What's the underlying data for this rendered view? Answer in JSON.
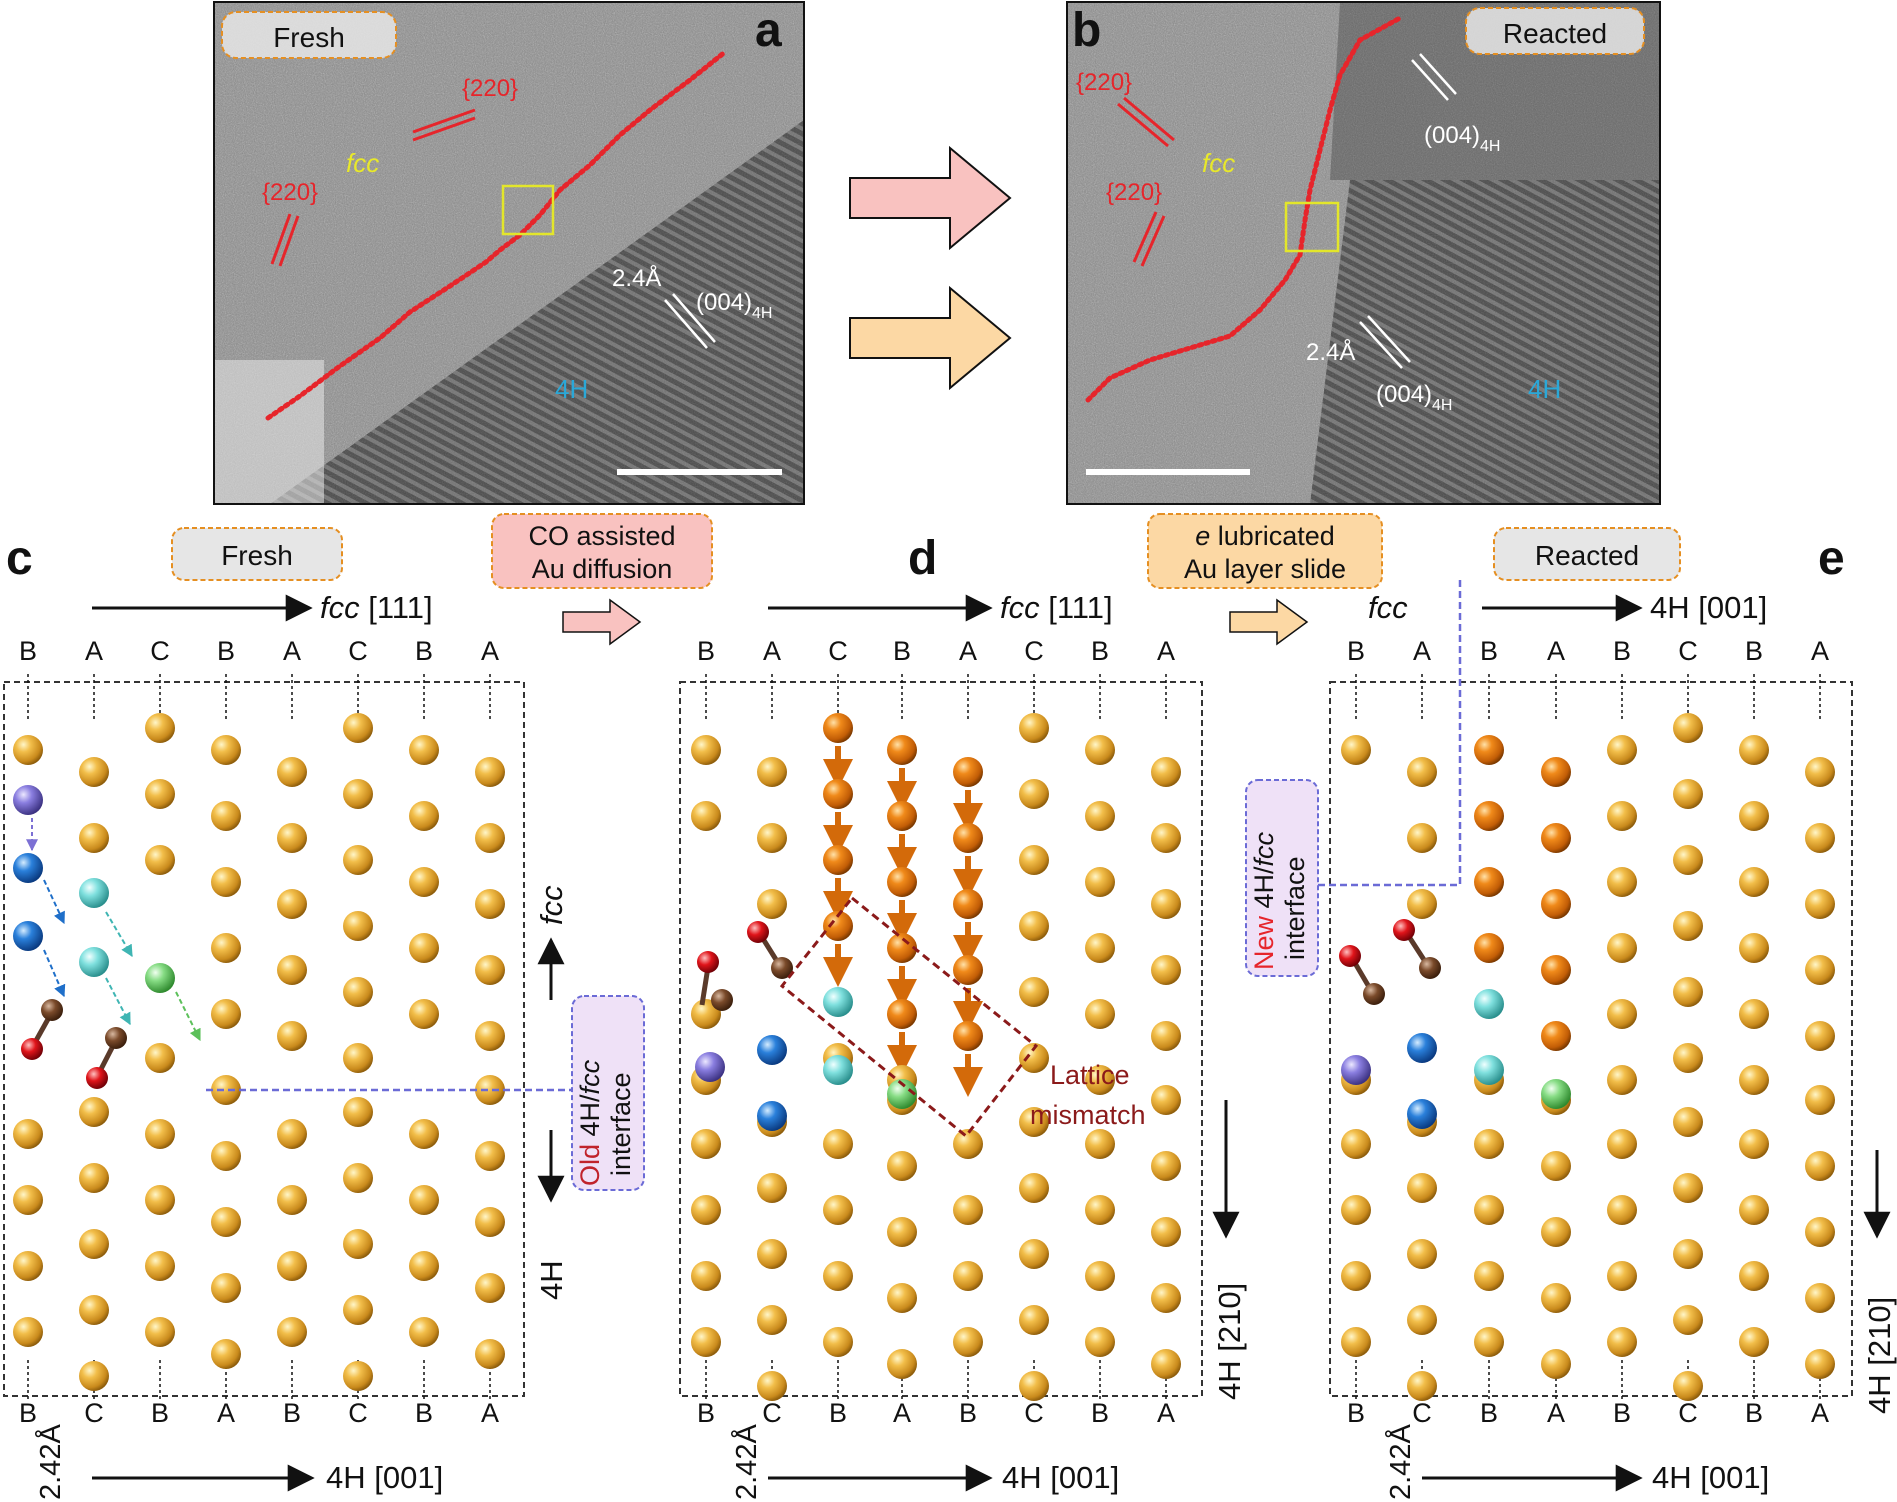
{
  "panels": {
    "a": "a",
    "b": "b",
    "c": "c",
    "d": "d",
    "e": "e"
  },
  "tem_a": {
    "badge": "Fresh",
    "m1": "{220}",
    "m2": "{220}",
    "phase_fcc": "fcc",
    "spacing": "2.4Å",
    "plane": "(004)",
    "plane_sub": "4H",
    "phase_4h": "4H"
  },
  "tem_b": {
    "badge": "Reacted",
    "m1": "{220}",
    "m2": "{220}",
    "phase_fcc": "fcc",
    "spacing": "2.4Å",
    "plane": "(004)",
    "plane_sub": "4H",
    "plane2": "(004)",
    "plane2_sub": "4H",
    "phase_4h": "4H"
  },
  "badges": {
    "c": "Fresh",
    "e": "Reacted"
  },
  "process": {
    "step1_line1": "CO assisted",
    "step1_line2": "Au diffusion",
    "step2_em": "e",
    "step2_line1": " lubricated",
    "step2_line2": "Au layer slide"
  },
  "axes": {
    "fcc_word": "fcc",
    "fcc_dir": " [111]",
    "h4_dir": "4H [001]",
    "h4_210": "4H [210]",
    "spacing_242": "2.42Å",
    "vert_fcc": "fcc",
    "vert_4h": "4H"
  },
  "interfaces": {
    "old_word": "Old",
    "old_rest": " 4H/",
    "old_fcc": "fcc",
    "old_line2": "interface",
    "new_word": "New",
    "new_rest": " 4H/",
    "new_fcc": "fcc",
    "new_line2": "interface"
  },
  "lattice_note": {
    "line1": "Lattice",
    "line2": "mismatch"
  },
  "columns": {
    "c_top": [
      "B",
      "A",
      "C",
      "B",
      "A",
      "C",
      "B",
      "A"
    ],
    "c_bot": [
      "B",
      "C",
      "B",
      "A",
      "B",
      "C",
      "B",
      "A"
    ],
    "d_top": [
      "B",
      "A",
      "C",
      "B",
      "A",
      "C",
      "B",
      "A"
    ],
    "d_bot": [
      "B",
      "C",
      "B",
      "A",
      "B",
      "C",
      "B",
      "A"
    ],
    "e_top": [
      "B",
      "A",
      "B",
      "A",
      "B",
      "C",
      "B",
      "A"
    ],
    "e_bot": [
      "B",
      "C",
      "B",
      "A",
      "B",
      "C",
      "B",
      "A"
    ]
  },
  "colors": {
    "au": "#e2a232",
    "au_dark": "#e0780a",
    "red_dots": "#e6252b",
    "pink_arrow": "#f9c2c0",
    "orange_arrow": "#fcd8a4",
    "badge_gray": "#e6e6e6",
    "badge_border": "#e58f22",
    "interface_box": "#efe1f7",
    "interface_line": "#6b6bd6",
    "adatom_purple": "#7c70d4",
    "adatom_blue": "#1f6fc9",
    "adatom_cyan": "#6fd8d6",
    "adatom_green": "#7fd67e",
    "mismatch": "#8b1a1a"
  }
}
